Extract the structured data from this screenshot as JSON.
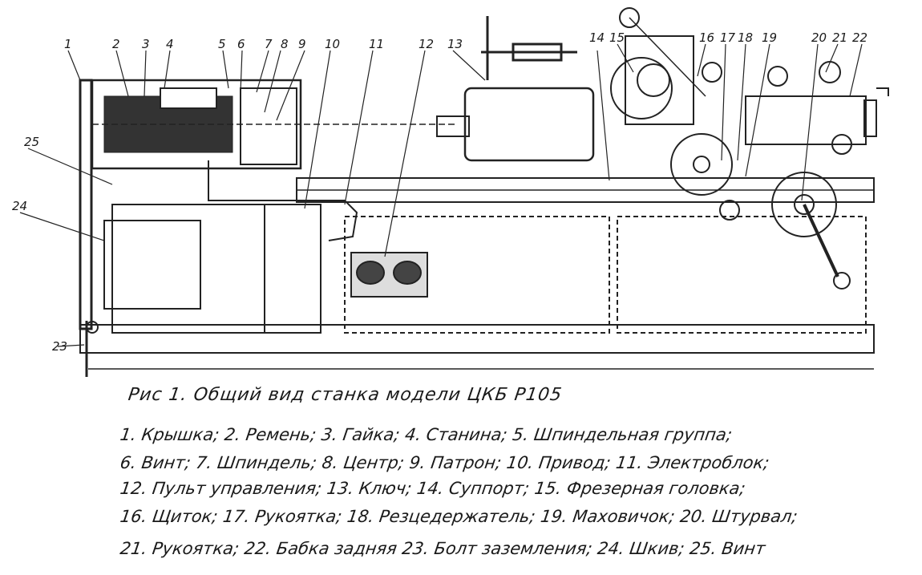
{
  "callouts": [
    "1",
    "2",
    "3",
    "4",
    "5",
    "6",
    "7",
    "8",
    "9",
    "10",
    "11",
    "12",
    "13",
    "14",
    "15",
    "16",
    "17",
    "18",
    "19",
    "20",
    "21",
    "22",
    "24",
    "25",
    "23"
  ],
  "caption": {
    "title": "Рис 1. Общий вид станка модели ЦКБ Р105",
    "lines": [
      "1. Крышка; 2. Ремень; 3. Гайка; 4. Станина; 5. Шпиндельная группа;",
      "6. Винт; 7. Шпиндель; 8. Центр; 9. Патрон; 10. Привод; 11. Электроблок;",
      "12. Пульт управления; 13. Ключ; 14. Суппорт; 15. Фрезерная головка;",
      "16. Щиток; 17. Рукоятка; 18. Резцедержатель; 19. Маховичок; 20. Штурвал;",
      "21. Рукоятка; 22. Бабка задняя 23. Болт заземления; 24. Шкив; 25. Винт"
    ]
  }
}
